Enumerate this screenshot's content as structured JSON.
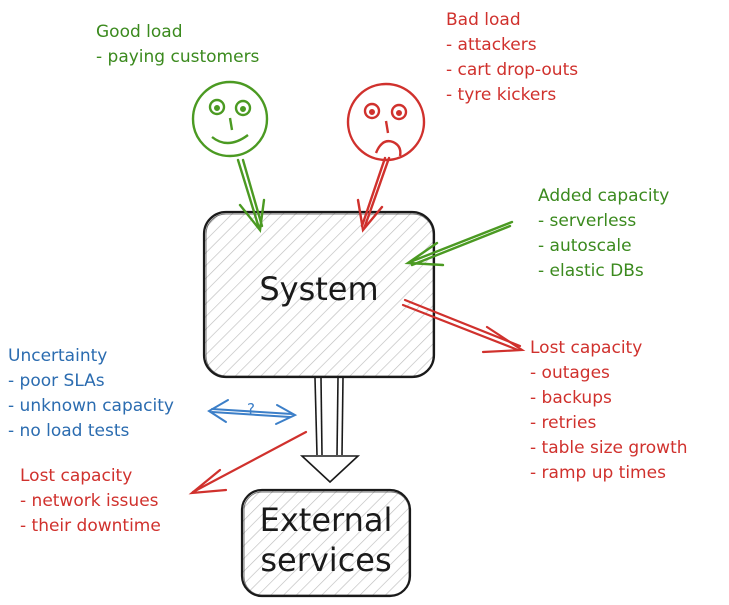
{
  "good_load": {
    "title": "Good load",
    "items": [
      "- paying customers"
    ],
    "color": "#3b8a1e"
  },
  "bad_load": {
    "title": "Bad load",
    "items": [
      "- attackers",
      "- cart drop-outs",
      "- tyre kickers"
    ],
    "color": "#d0312d"
  },
  "added_capacity": {
    "title": "Added capacity",
    "items": [
      "- serverless",
      "- autoscale",
      "- elastic DBs"
    ],
    "color": "#3b8a1e"
  },
  "lost_capacity_system": {
    "title": "Lost capacity",
    "items": [
      "- outages",
      "- backups",
      "- retries",
      "- table size growth",
      "- ramp up times"
    ],
    "color": "#d0312d"
  },
  "uncertainty": {
    "title": "Uncertainty",
    "items": [
      "- poor SLAs",
      "- unknown capacity",
      "- no load tests"
    ],
    "color": "#2b6cb0"
  },
  "lost_capacity_external": {
    "title": "Lost capacity",
    "items": [
      "- network issues",
      "- their downtime"
    ],
    "color": "#d0312d"
  },
  "system_box": {
    "label": "System"
  },
  "external_box": {
    "line1": "External",
    "line2": "services"
  },
  "uncertainty_arrow": {
    "label": "?"
  }
}
